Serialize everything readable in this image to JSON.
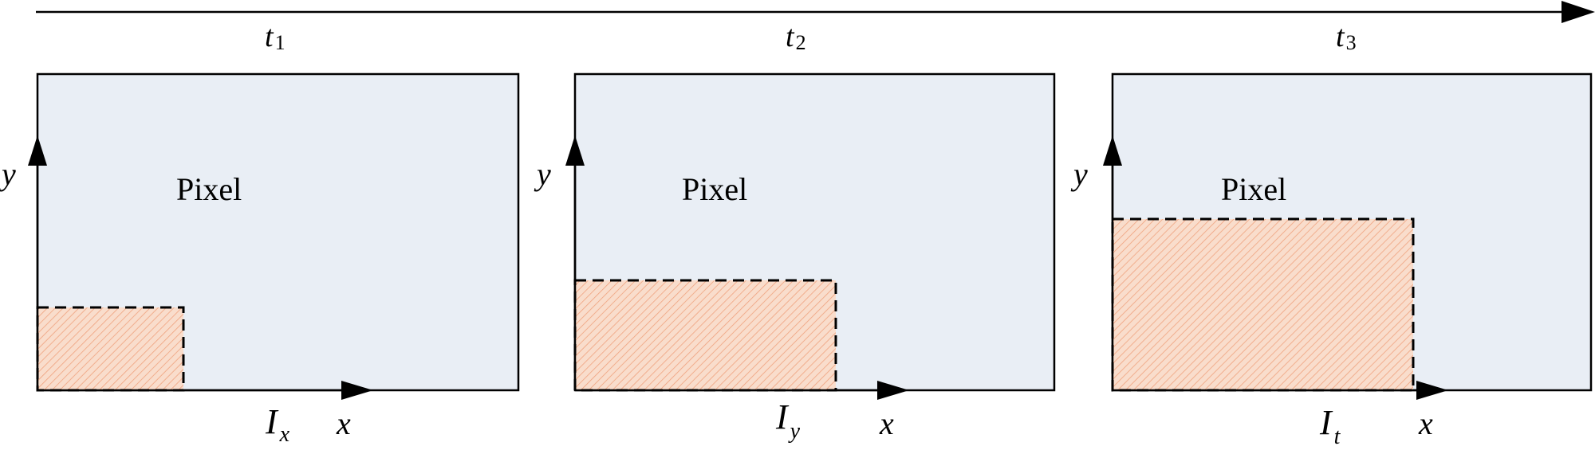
{
  "timeline": {
    "labels": [
      {
        "main": "t",
        "sub": "1"
      },
      {
        "main": "t",
        "sub": "2"
      },
      {
        "main": "t",
        "sub": "3"
      }
    ]
  },
  "panels": [
    {
      "pixel_label": "Pixel",
      "x_axis": "x",
      "y_axis": "y",
      "intensity": {
        "main": "I",
        "sub": "x"
      }
    },
    {
      "pixel_label": "Pixel",
      "x_axis": "x",
      "y_axis": "y",
      "intensity": {
        "main": "I",
        "sub": "y"
      }
    },
    {
      "pixel_label": "Pixel",
      "x_axis": "x",
      "y_axis": "y",
      "intensity": {
        "main": "I",
        "sub": "t"
      }
    }
  ],
  "colors": {
    "panel_fill": "#E9EEF5",
    "region_fill": "#F9DDCC",
    "hatch": "#F0A27E",
    "stroke": "#000000"
  }
}
